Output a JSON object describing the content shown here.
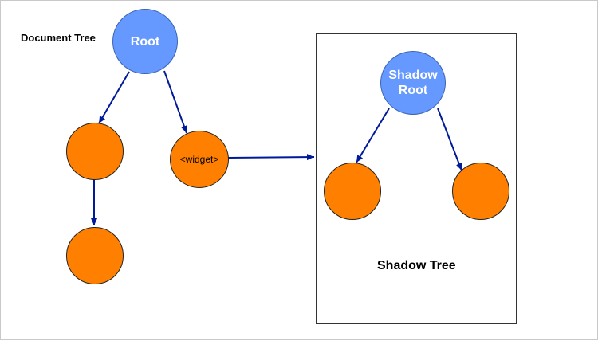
{
  "labels": {
    "document_tree": "Document Tree",
    "shadow_tree": "Shadow Tree"
  },
  "nodes": {
    "root": "Root",
    "doc_child_left": "",
    "doc_grandchild": "",
    "widget": "<widget>",
    "shadow_root": "Shadow\nRoot",
    "shadow_child_left": "",
    "shadow_child_right": ""
  },
  "colors": {
    "root_fill": "#6699ff",
    "node_fill": "#ff8000",
    "edge": "#001a99",
    "box_border": "#333333"
  }
}
